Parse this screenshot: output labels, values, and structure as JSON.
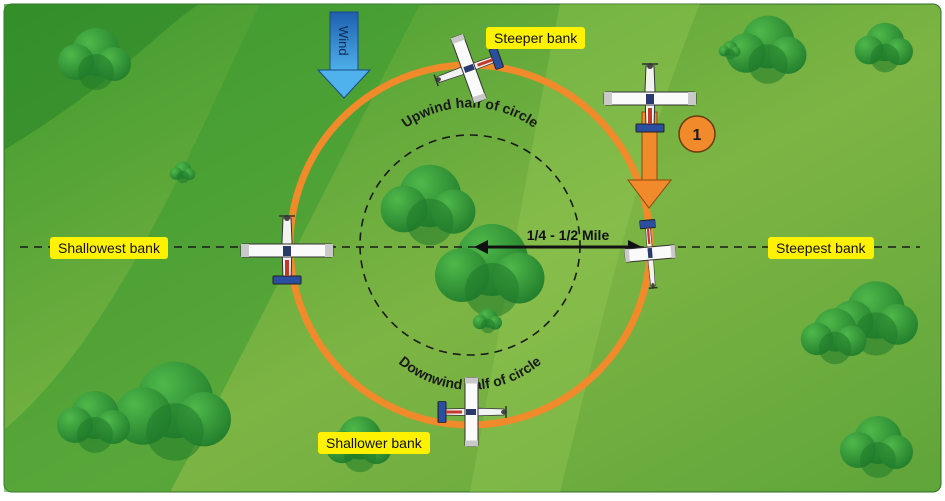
{
  "colors": {
    "field_dark": "#2f8f2a",
    "field_mid": "#5ca83a",
    "field_light": "#8fc04a",
    "circle": "#f08a2a",
    "label_bg": "#fff200",
    "wind_arrow": "#2b7fd0"
  },
  "labels": {
    "wind": "Wind",
    "steeper_bank": "Steeper bank",
    "shallowest_bank": "Shallowest bank",
    "steepest_bank": "Steepest bank",
    "shallower_bank": "Shallower bank",
    "upwind_half": "Upwind half of circle",
    "downwind_half": "Downwind half of circle",
    "distance": "1/4 - 1/2 Mile",
    "entry_number": "1"
  },
  "icons": {
    "airplane": "airplane-icon",
    "tree": "tree-icon",
    "wind_arrow": "wind-arrow-icon"
  }
}
